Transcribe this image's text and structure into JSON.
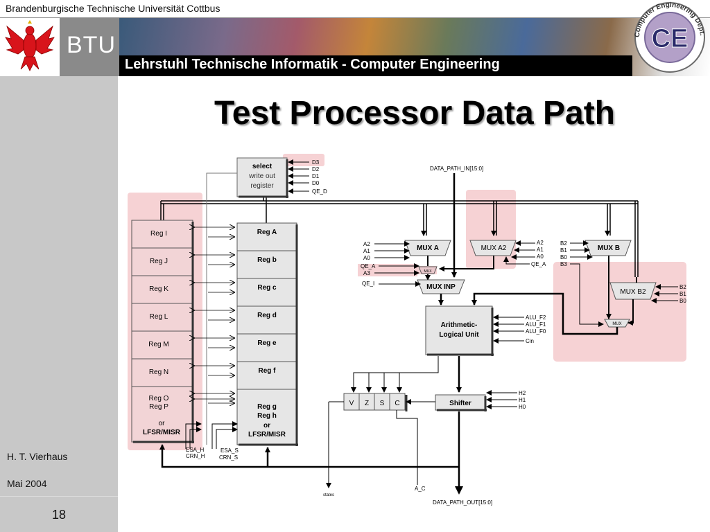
{
  "header": {
    "university": "Brandenburgische Technische Universität Cottbus",
    "btu_logo_text": "BTU",
    "chair": "Lehrstuhl Technische Informatik - Computer Engineering",
    "ce_logo_text": "CE",
    "ce_logo_ring": "Computer Engineering Dept. BTU Cottbus"
  },
  "slide": {
    "title": "Test Processor Data Path",
    "author": "H. T. Vierhaus",
    "date": "Mai 2004",
    "page": "18"
  },
  "colors": {
    "highlight": "#f6d2d4",
    "block_fill": "#e6e6e6",
    "reg_fill": "#f2d4d6",
    "sidebar": "#c8c8c8"
  },
  "diagram": {
    "left_regs": [
      "Reg I",
      "Reg J",
      "Reg K",
      "Reg L",
      "Reg M",
      "Reg N"
    ],
    "left_last": [
      "Reg O",
      "Reg P",
      "or",
      "LFSR/MISR"
    ],
    "right_regs": [
      "Reg A",
      "Reg b",
      "Reg c",
      "Reg d",
      "Reg e",
      "Reg f"
    ],
    "right_last": [
      "Reg g",
      "Reg h",
      "or",
      "LFSR/MISR"
    ],
    "select_box": [
      "select",
      "write out",
      "register"
    ],
    "select_inputs": [
      "D3",
      "D2",
      "D1",
      "D0",
      "QE_D"
    ],
    "data_in": "DATA_PATH_IN[15:0]",
    "data_out": "DATA_PATH_OUT[15:0]",
    "mux_a": "MUX A",
    "mux_a_inputs": [
      "A2",
      "A1",
      "A0",
      "QE_A",
      "A3"
    ],
    "mux_small": "MUX",
    "mux_a2": "MUX A2",
    "mux_a2_inputs": [
      "A2",
      "A1",
      "A0",
      "QE_A"
    ],
    "mux_inp": "MUX INP",
    "mux_inp_input": "QE_I",
    "mux_b": "MUX B",
    "mux_b_inputs": [
      "B2",
      "B1",
      "B0",
      "B3"
    ],
    "mux_b2": "MUX B2",
    "mux_b2_inputs": [
      "B2",
      "B1",
      "B0"
    ],
    "mux_b_small": "MUX",
    "alu": [
      "Arithmetic-",
      "Logical Unit"
    ],
    "alu_inputs": [
      "ALU_F2",
      "ALU_F1",
      "ALU_F0",
      "Cin"
    ],
    "flags": [
      "V",
      "Z",
      "S",
      "C"
    ],
    "shifter": "Shifter",
    "shifter_inputs": [
      "H2",
      "H1",
      "H0"
    ],
    "esa_h": "ESA_H",
    "crn_h": "CRN_H",
    "esa_s": "ESA_S",
    "crn_s": "CRN_S",
    "states": "states",
    "a_c": "A_C"
  }
}
